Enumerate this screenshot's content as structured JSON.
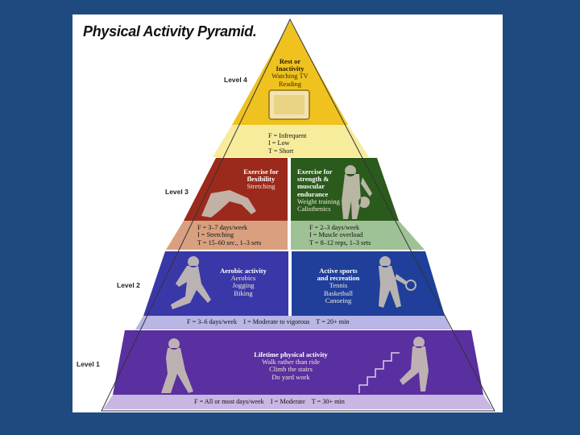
{
  "title": "Physical Activity Pyramid.",
  "levels": {
    "l4": "Level 4",
    "l3": "Level 3",
    "l2": "Level 2",
    "l1": "Level 1"
  },
  "level4": {
    "heading": [
      "Rest or",
      "Inactivity"
    ],
    "items": [
      "Watching TV",
      "Reading"
    ],
    "fit": [
      "F = Infrequent",
      "I = Low",
      "T = Short"
    ]
  },
  "level3": {
    "flex": {
      "heading": [
        "Exercise for",
        "flexibility"
      ],
      "items": [
        "Stretching"
      ],
      "fit": [
        "F = 3–7 days/week",
        "I = Stretching",
        "T = 15–60 sec., 1–3 sets"
      ]
    },
    "strength": {
      "heading": [
        "Exercise for",
        "strength &",
        "muscular",
        "endurance"
      ],
      "items": [
        "Weight training",
        "Calisthenics"
      ],
      "fit": [
        "F = 2–3 days/week",
        "I = Muscle overload",
        "T = 8–12 reps, 1–3 sets"
      ]
    }
  },
  "level2": {
    "aerobic": {
      "heading": [
        "Aerobic activity"
      ],
      "items": [
        "Aerobics",
        "Jogging",
        "Biking"
      ]
    },
    "sports": {
      "heading": [
        "Active sports",
        "and recreation"
      ],
      "items": [
        "Tennis",
        "Basketball",
        "Canoeing"
      ]
    },
    "fit": "F = 3–6 days/week    I = Moderate to vigorous    T = 20+ min"
  },
  "level1": {
    "heading": [
      "Lifetime physical activity"
    ],
    "items": [
      "Walk rather than ride",
      "Climb the stairs",
      "Do yard work"
    ],
    "fit": "F = All or most days/week    I = Moderate    T = 30+ min"
  },
  "colors": {
    "background": "#1f4a80",
    "level4": "#efc21f",
    "level4_band": "#f7eb9c",
    "flex": "#9b2a1c",
    "flex_band": "#d9a07f",
    "strength": "#2b5a1d",
    "strength_band": "#9fc196",
    "level2": "#3a38a8",
    "level2_band": "#b7b6e4",
    "level1": "#5a2fa0",
    "level1_band": "#c8b6e3"
  }
}
